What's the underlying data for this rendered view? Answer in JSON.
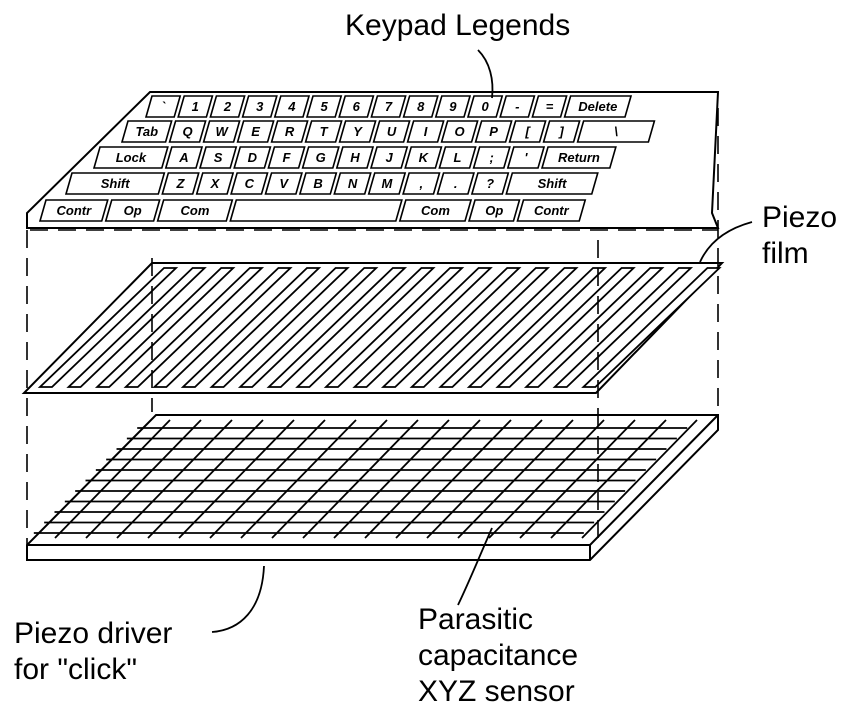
{
  "callouts": {
    "keypad_legends": "Keypad Legends",
    "piezo_film": [
      "Piezo",
      "film"
    ],
    "piezo_driver": [
      "Piezo driver",
      "for \"click\""
    ],
    "sensor": [
      "Parasitic",
      "capacitance",
      "XYZ sensor"
    ]
  },
  "keyboard": {
    "rows": [
      [
        "`",
        "1",
        "2",
        "3",
        "4",
        "5",
        "6",
        "7",
        "8",
        "9",
        "0",
        "-",
        "=",
        "Delete"
      ],
      [
        "Tab",
        "Q",
        "W",
        "E",
        "R",
        "T",
        "Y",
        "U",
        "I",
        "O",
        "P",
        "[",
        "]",
        "\\"
      ],
      [
        "Lock",
        "A",
        "S",
        "D",
        "F",
        "G",
        "H",
        "J",
        "K",
        "L",
        ";",
        "'",
        "Return"
      ],
      [
        "Shift",
        "Z",
        "X",
        "C",
        "V",
        "B",
        "N",
        "M",
        ",",
        ".",
        "?",
        "Shift"
      ],
      [
        "Contr",
        "Op",
        "Com",
        "",
        "Com",
        "Op",
        "Contr"
      ]
    ]
  },
  "colors": {
    "ink": "#000000",
    "background": "#ffffff"
  }
}
